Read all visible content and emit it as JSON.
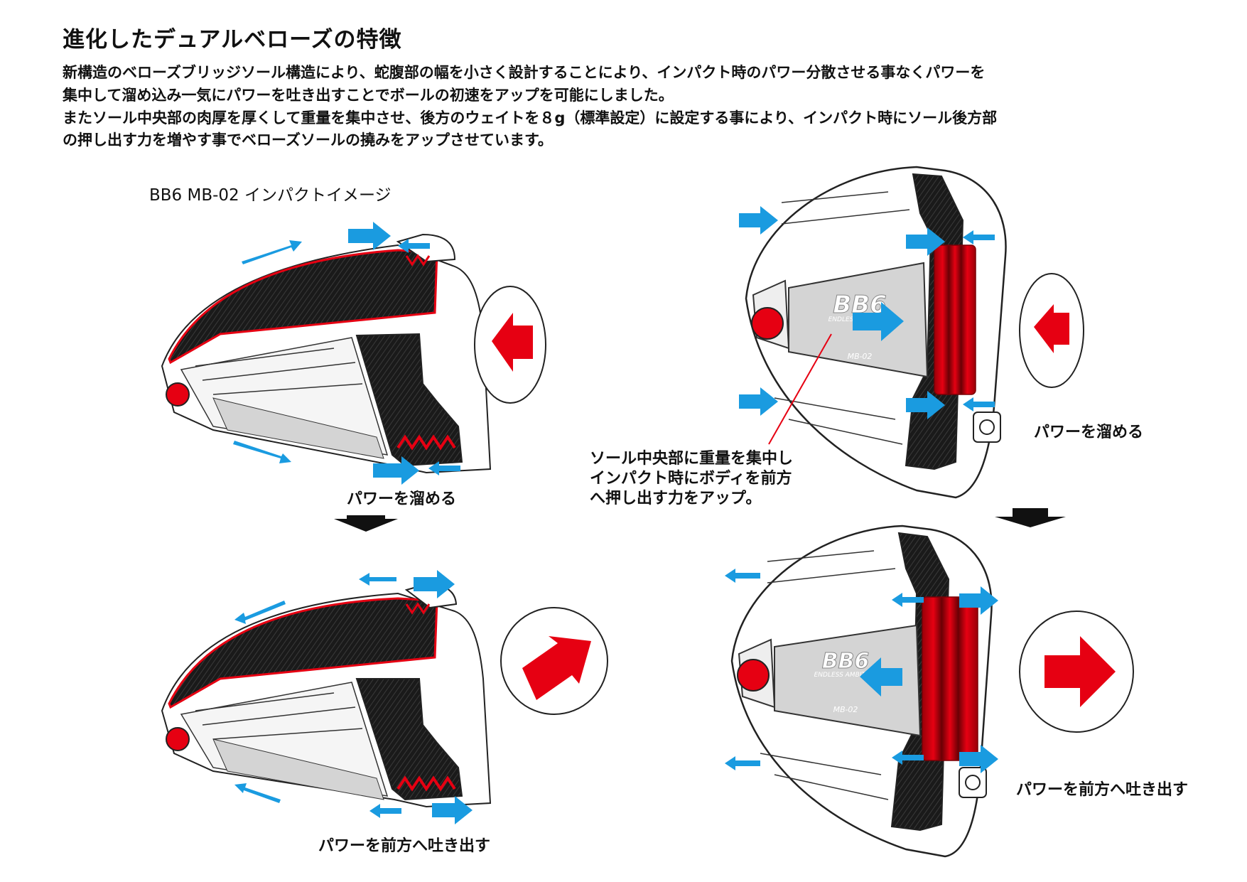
{
  "title": "進化したデュアルベローズの特徴",
  "description": [
    "新構造のベローズブリッジソール構造により、蛇腹部の幅を小さく設計することにより、インパクト時のパワー分散させる事なくパワーを",
    "集中して溜め込み一気にパワーを吐き出すことでボールの初速をアップを可能にしました。",
    "またソール中央部の肉厚を厚くして重量を集中させ、後方のウェイトを８g（標準設定）に設定する事により、インパクト時にソール後方部",
    "の押し出す力を増やす事でベローズソールの撓みをアップさせています。"
  ],
  "left_panel": {
    "heading": "BB6 MB-02 インパクトイメージ",
    "top_caption": "パワーを溜める",
    "bottom_caption": "パワーを前方へ吐き出す"
  },
  "right_panel": {
    "top_caption": "パワーを溜める",
    "bottom_caption": "パワーを前方へ吐き出す",
    "callout": [
      "ソール中央部に重量を集中し",
      "インパクト時にボディを前方",
      "へ押し出す力をアップ。"
    ],
    "sole_logo": "BB6",
    "sole_subtext": "ENDLESS AMBITION",
    "sole_model": "MB-02"
  },
  "colors": {
    "arrow_blue": "#1a9be0",
    "impact_red": "#e60012",
    "carbon_black": "#1a1a1a",
    "sole_gray": "#d4d4d4"
  }
}
